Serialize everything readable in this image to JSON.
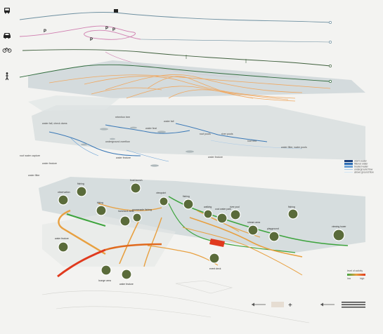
{
  "icons": {
    "transport": [
      "bus-icon",
      "car-icon",
      "bicycle-icon",
      "pedestrian-icon"
    ],
    "mode_routes": [
      "bus-route",
      "car-route",
      "bicycle-route",
      "pedestrian-route"
    ]
  },
  "colors": {
    "plane": "#c9d3d6",
    "bus_route": "#6d8fa0",
    "car_route": "#d07fb0",
    "bike_route": "#3e5f3c",
    "ped_route": "#2f6b3c",
    "orange_flow": "#f0a860",
    "water_blue": "#3a78b6",
    "legend_storm": "#1b3f7a",
    "legend_filtered": "#2d6db5",
    "legend_treated": "#6ea3d6",
    "legend_underground": "#a9c9e8",
    "legend_aboveground": "#d6e7f5",
    "activity_path": "#e8a040",
    "activity_green": "#3ea43e",
    "activity_red": "#e03a1e"
  },
  "water_labels": [
    "retention tree",
    "water fall",
    "water fall, check dams",
    "water feat",
    "underground overflow",
    "roof pools",
    "river pools",
    "roof tree",
    "water feature",
    "roof water capture",
    "water feature",
    "water filter",
    "water filter, water pools",
    "water feature"
  ],
  "water_legend": [
    "storm water",
    "filtered water",
    "treated water",
    "underground flow",
    "above ground flow"
  ],
  "activity_places": [
    "observation",
    "fishing",
    "boat launch",
    "viewpoint",
    "fishing",
    "biking",
    "hammock area",
    "promenade fishing",
    "walking",
    "cool water park",
    "river pool",
    "stream area",
    "playground",
    "fishing",
    "viewing tower",
    "water feature",
    "event deck",
    "lounge area",
    "water feature"
  ],
  "activity_legend": "level of activity",
  "activity_scale": [
    "low",
    "high"
  ],
  "formula_symbols": [
    "+",
    "="
  ]
}
